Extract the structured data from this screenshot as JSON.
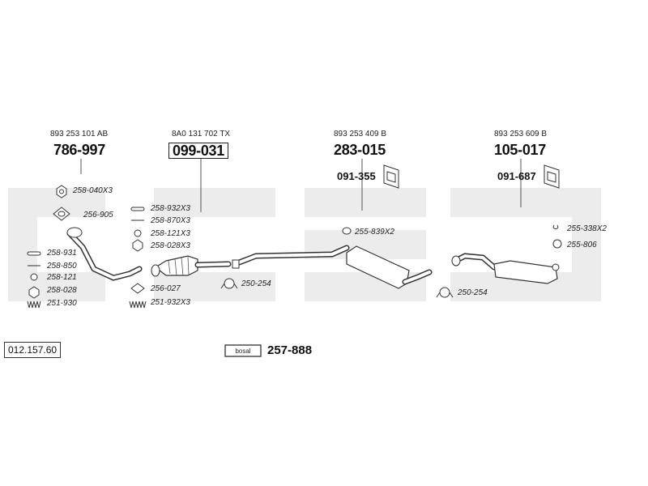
{
  "diagram_ref": "012.157.60",
  "kit": {
    "logo_text": "bosal",
    "part": "257-888"
  },
  "groups": [
    {
      "oem": "893 253 101 AB",
      "part": "786-997"
    },
    {
      "oem": "8A0 131 702 TX",
      "part": "099-031"
    },
    {
      "oem": "893 253 409 B",
      "part": "283-015",
      "sub": "091-355"
    },
    {
      "oem": "893 253 609 B",
      "part": "105-017",
      "sub": "091-687"
    }
  ],
  "accessories": {
    "a258_040x3": "258-040X3",
    "a256_905": "256-905",
    "a258_931": "258-931",
    "a258_850": "258-850",
    "a258_121": "258-121",
    "a258_028": "258-028",
    "a251_930": "251-930",
    "a258_932x3": "258-932X3",
    "a258_870x3": "258-870X3",
    "a258_121x3": "258-121X3",
    "a258_028x3": "258-028X3",
    "a256_027": "256-027",
    "a251_932x3": "251-932X3",
    "a250_254_a": "250-254",
    "a255_839x2": "255-839X2",
    "a250_254_b": "250-254",
    "a255_338x2": "255-338X2",
    "a255_806": "255-806"
  }
}
